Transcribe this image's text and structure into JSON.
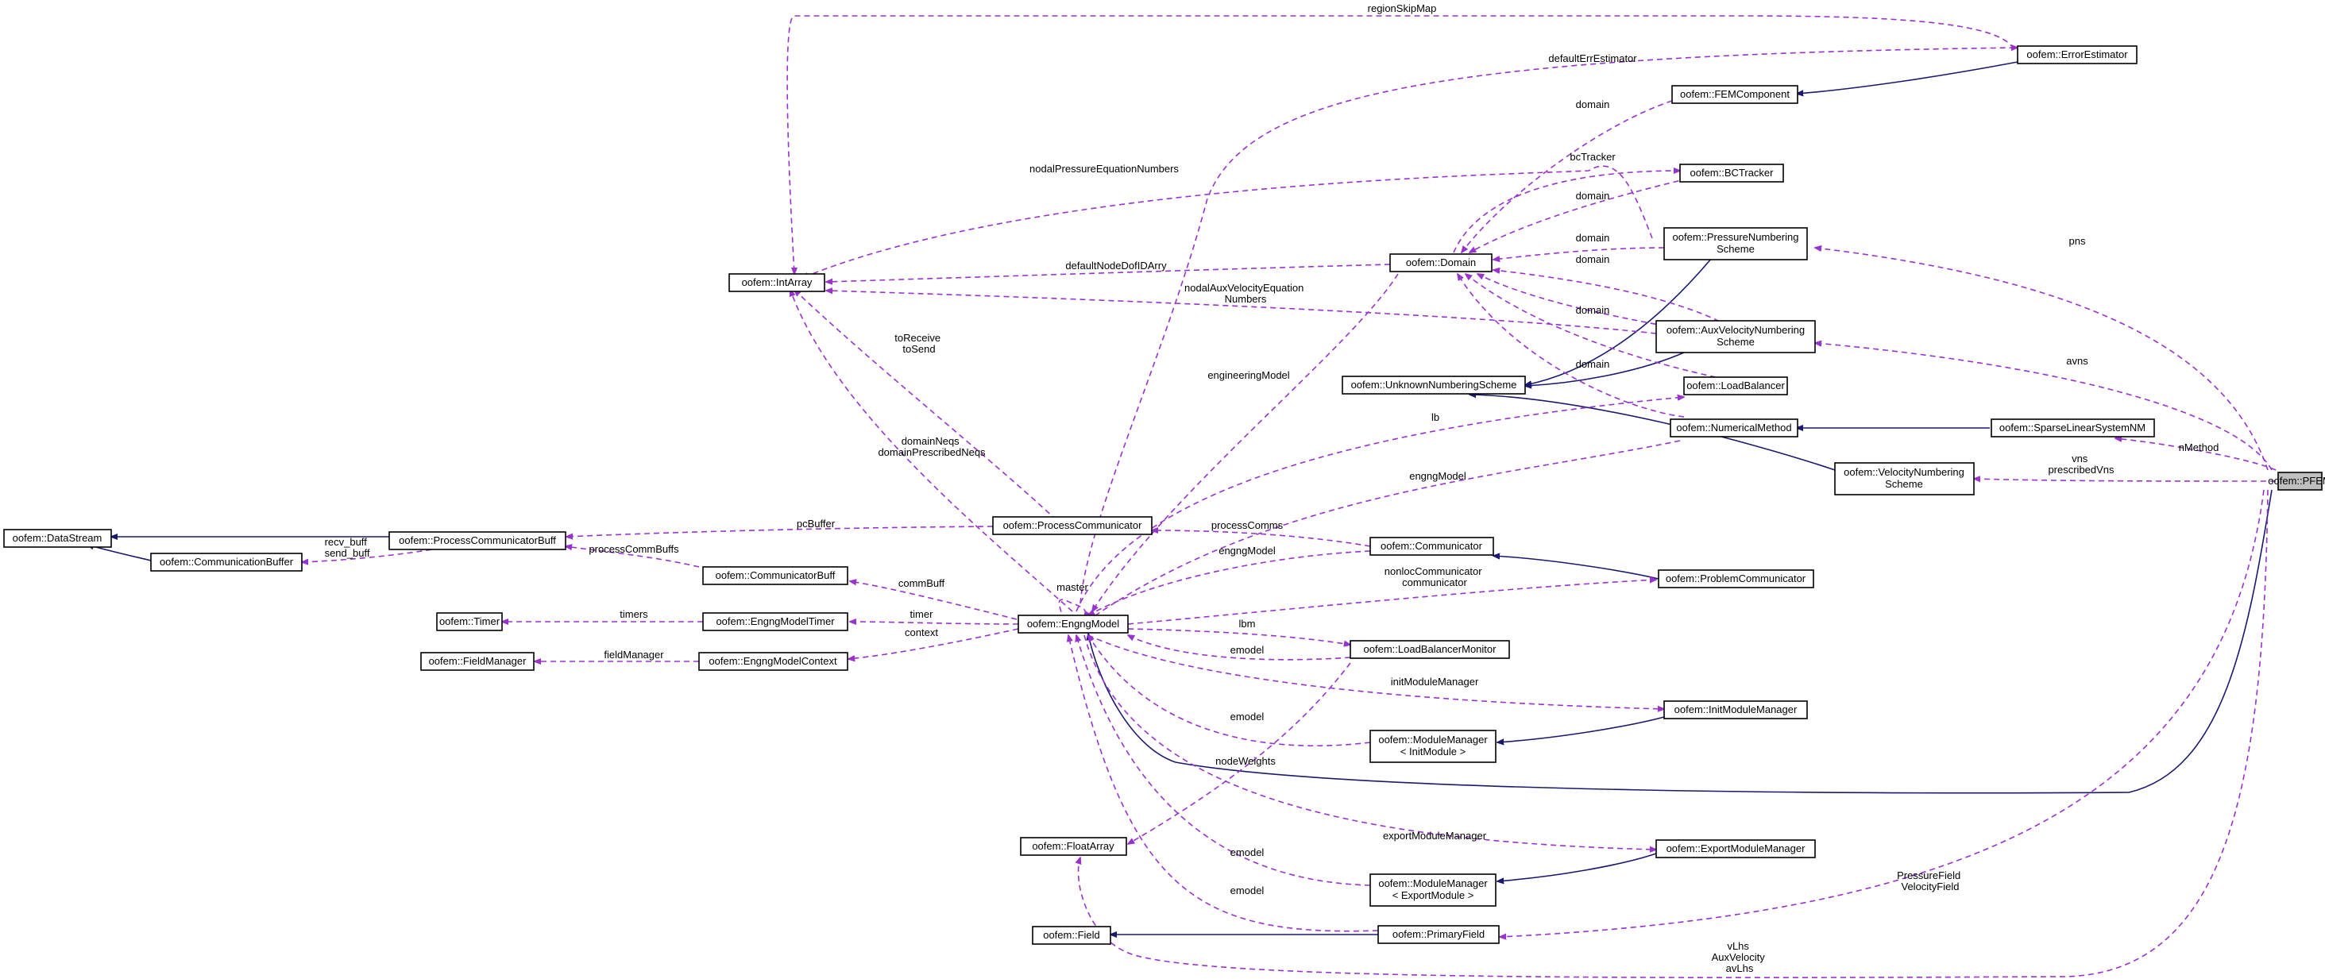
{
  "nodes": {
    "datastream": "oofem::DataStream",
    "pcbuff": "oofem::ProcessCommunicatorBuff",
    "commbuffer": "oofem::CommunicationBuffer",
    "intarray": "oofem::IntArray",
    "timer": "oofem::Timer",
    "fieldmanager": "oofem::FieldManager",
    "communicatorbuff": "oofem::CommunicatorBuff",
    "engngmodeltimer": "oofem::EngngModelTimer",
    "engngmodelcontext": "oofem::EngngModelContext",
    "processcommunicator": "oofem::ProcessCommunicator",
    "engngmodel": "oofem::EngngModel",
    "floatarray": "oofem::FloatArray",
    "field": "oofem::Field",
    "domain": "oofem::Domain",
    "femcomponent": "oofem::FEMComponent",
    "errorestimator": "oofem::ErrorEstimator",
    "bctracker": "oofem::BCTracker",
    "pressurenumbering": [
      "oofem::PressureNumbering",
      "Scheme"
    ],
    "auxvelocitynumbering": [
      "oofem::AuxVelocityNumbering",
      "Scheme"
    ],
    "unknownnumbering": "oofem::UnknownNumberingScheme",
    "loadbalancer": "oofem::LoadBalancer",
    "numericalmethod": "oofem::NumericalMethod",
    "sparselinear": "oofem::SparseLinearSystemNM",
    "velocitynumbering": [
      "oofem::VelocityNumbering",
      "Scheme"
    ],
    "communicator": "oofem::Communicator",
    "problemcommunicator": "oofem::ProblemCommunicator",
    "loadbalancermonitor": "oofem::LoadBalancerMonitor",
    "initmodulemanager": "oofem::InitModuleManager",
    "modulemanagerinit": [
      "oofem::ModuleManager",
      "< InitModule >"
    ],
    "exportmodulemanager": "oofem::ExportModuleManager",
    "modulemanagerexport": [
      "oofem::ModuleManager",
      "< ExportModule >"
    ],
    "primaryfield": "oofem::PrimaryField",
    "pfem": "oofem::PFEM"
  },
  "edge_labels": {
    "regionskipmap": "regionSkipMap",
    "defaulterrestimator": "defaultErrEstimator",
    "domain_femcomponent": "domain",
    "bctracker": "bcTracker",
    "nodalpressure": "nodalPressureEquationNumbers",
    "domain_bctracker": "domain",
    "domain_pressure": "domain",
    "defaultnodedof": "defaultNodeDofIDArry",
    "nodalauxvelocity": [
      "nodalAuxVelocityEquation",
      "Numbers"
    ],
    "domain_auxvelocity": "domain",
    "domain_aux2": "domain",
    "domain_loadbalancer": "domain",
    "toreceive": [
      "toReceive",
      "toSend"
    ],
    "engineeringmodel": "engineeringModel",
    "lb": "lb",
    "domainneqs": [
      "domainNeqs",
      "domainPrescribedNeqs"
    ],
    "engngmodel_numerical": "engngModel",
    "pcbuffer": "pcBuffer",
    "recvbuff": [
      "recv_buff",
      "send_buff"
    ],
    "processcommbuffs": "processCommBuffs",
    "processcomms": "processComms",
    "engngmodel_comm": "engngModel",
    "nonloccommunicator": [
      "nonlocCommunicator",
      "communicator"
    ],
    "master": "master",
    "commbuff": "commBuff",
    "timers": "timers",
    "timer": "timer",
    "fieldmanager": "fieldManager",
    "context": "context",
    "lbm": "lbm",
    "emodel_lbm": "emodel",
    "initmodulemanager": "initModuleManager",
    "emodel_init": "emodel",
    "nodeweights": "nodeWeights",
    "exportmodulemanager": "exportModuleManager",
    "emodel_export": "emodel",
    "emodel_primary": "emodel",
    "pns": "pns",
    "avns": "avns",
    "nmethod": "nMethod",
    "vns": [
      "vns",
      "prescribedVns"
    ],
    "fields": [
      "PressureField",
      "VelocityField"
    ],
    "vlhs": [
      "vLhs",
      "AuxVelocity",
      "avLhs"
    ]
  },
  "colors": {
    "inheritance": "#191970",
    "usage": "#9a32cd",
    "highlight_fill": "#bfbfbf"
  }
}
